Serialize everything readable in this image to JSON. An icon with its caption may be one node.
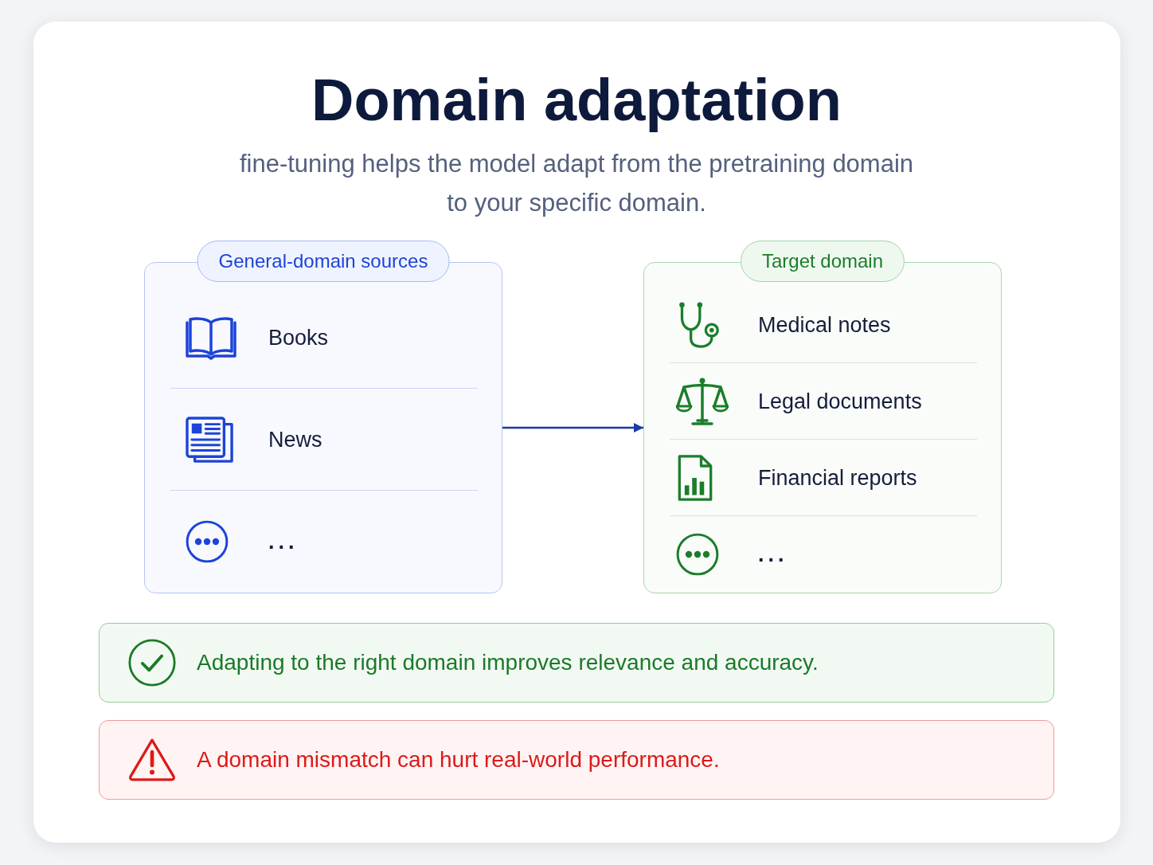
{
  "diagram": {
    "title": "Domain adaptation",
    "nodes": [
      {
        "text": [
          "General-domain sources"
        ]
      },
      {
        "text": [
          "Books"
        ],
        "in": 0
      },
      {
        "text": [
          "News"
        ],
        "in": 0
      },
      {
        "text": [
          "..."
        ],
        "in": 0
      },
      {
        "text": [
          "Target domain"
        ]
      },
      {
        "text": [
          "Medical notes"
        ],
        "in": 4
      },
      {
        "text": [
          "Legal documents"
        ],
        "in": 4
      },
      {
        "text": [
          "Financial reports"
        ],
        "in": 4
      },
      {
        "text": [
          "..."
        ],
        "in": 4
      },
      {
        "text": [
          "Adapting to the right domain improves relevance and accuracy."
        ]
      },
      {
        "text": [
          "A domain mismatch can hurt real-world performance."
        ]
      }
    ],
    "edges": [
      {
        "from": 0,
        "to": 4,
        "arrow": "to"
      }
    ],
    "labels": [
      "fine-tuning helps the model adapt from the pretraining domain to your specific domain."
    ]
  }
}
